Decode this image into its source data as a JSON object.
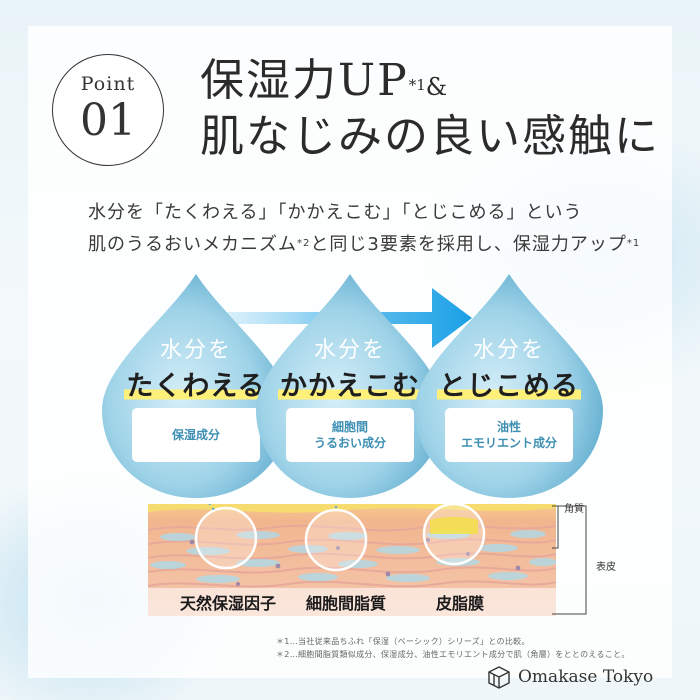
{
  "badge": {
    "label": "Point",
    "number": "01"
  },
  "headline": {
    "line1_main": "保湿力UP",
    "line1_note": "*1",
    "line1_amp": "&",
    "line2": "肌なじみの良い感触に"
  },
  "description": {
    "line1": "水分を「たくわえる」「かかえこむ」「とじこめる」という",
    "line2_main": "肌のうるおいメカニズム",
    "line2_note1": "*2",
    "line2_middle": "と同じ3要素を採用し、保湿力アップ",
    "line2_note2": "*1"
  },
  "drops": [
    {
      "line1": "水分を",
      "line2": "たくわえる",
      "box": "保湿成分"
    },
    {
      "line1": "水分を",
      "line2": "かかえこむ",
      "box": "細胞間\nうるおい成分"
    },
    {
      "line1": "水分を",
      "line2": "とじこめる",
      "box": "油性\nエモリエント成分"
    }
  ],
  "skin_labels": [
    "天然保湿因子",
    "細胞間脂質",
    "皮脂膜"
  ],
  "side_labels": {
    "kakushitsu": "角質",
    "hyohi": "表皮"
  },
  "footnotes": [
    "＊1…当社従来品ちふれ「保湿（ベーシック）シリーズ」との比較。",
    "＊2…細胞間脂質類似成分、保湿成分、油性エモリエント成分で肌（角層）をととのえること。"
  ],
  "brand": {
    "name": "Omakase Tokyo",
    "logo_icon": "box-logo-icon"
  },
  "colors": {
    "drop_light": "#cdeaf5",
    "drop_mid": "#8fcbe3",
    "drop_dark": "#5aa9cc",
    "arrow": "#1aa0e6",
    "highlight": "#fff07a"
  }
}
